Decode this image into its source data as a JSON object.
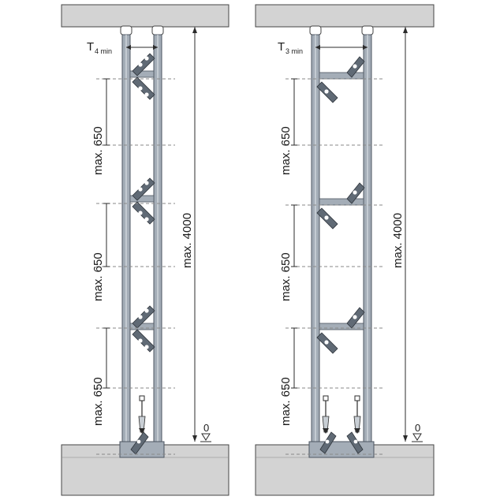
{
  "colors": {
    "slab": "#d3d3d3",
    "slab_edge": "#444444",
    "profile": "#a4adb7",
    "profile_edge": "#4d5560",
    "line": "#2b2b2b",
    "centerline": "#8a8a8a",
    "bracket": "#3f4750"
  },
  "left_assembly": {
    "thickness_symbol": "T",
    "thickness_subscript": "4 min",
    "segment_labels": [
      "max. 650",
      "max. 650",
      "max. 650"
    ],
    "height_label": "max. 4000",
    "zero_label": "0"
  },
  "right_assembly": {
    "thickness_symbol": "T",
    "thickness_subscript": "3 min",
    "segment_labels": [
      "max. 650",
      "max. 650",
      "max. 650"
    ],
    "height_label": "max. 4000",
    "zero_label": "0"
  },
  "icons": {
    "fixing_bracket": "angle-bracket-icon",
    "anchor": "wall-anchor-icon",
    "datum": "level-triangle-icon"
  }
}
